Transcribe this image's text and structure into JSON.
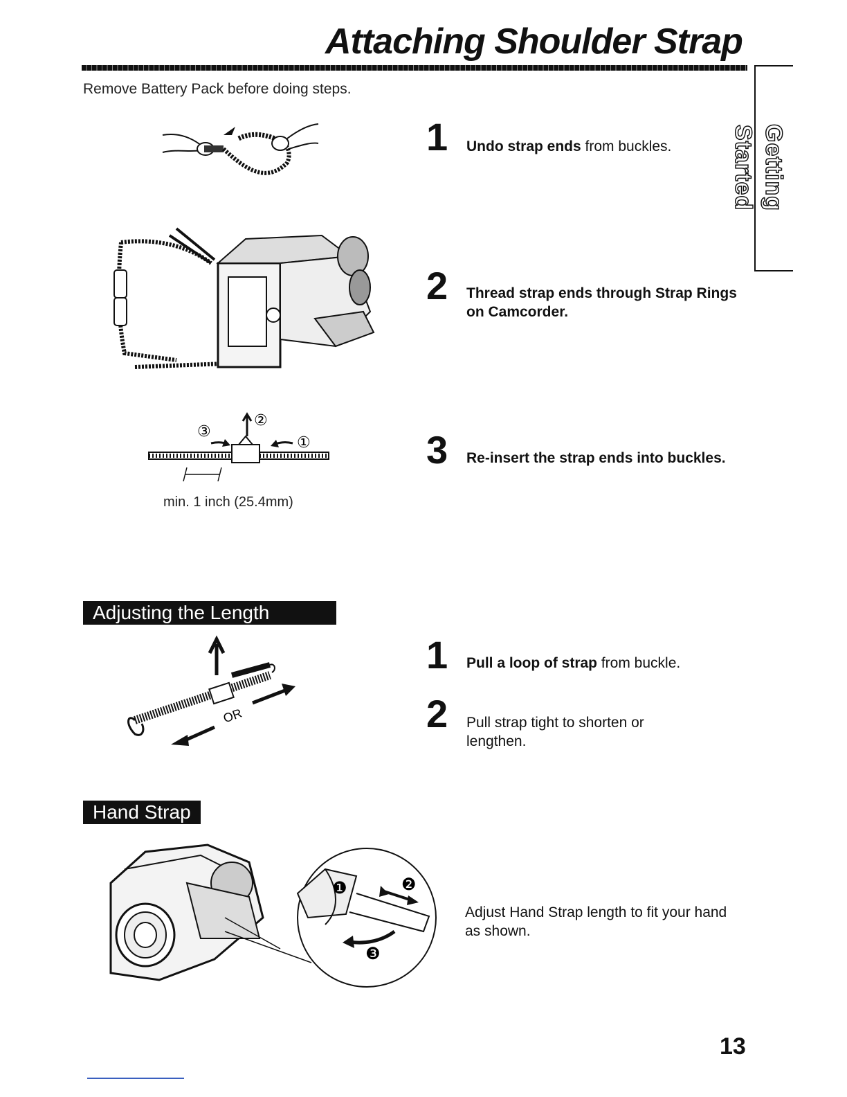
{
  "header": {
    "title": "Attaching Shoulder Strap",
    "subtitle": "Remove Battery Pack before doing steps.",
    "side_tab": "Getting Started"
  },
  "shoulder_strap": {
    "steps": [
      {
        "number": "1",
        "bold": "Undo strap ends",
        "text": " from buckles."
      },
      {
        "number": "2",
        "bold": "Thread strap ends through Strap Rings on Camcorder.",
        "text": ""
      },
      {
        "number": "3",
        "bold": "Re-insert the strap ends into buckles.",
        "text": ""
      }
    ],
    "buckle_caption": "min. 1 inch (25.4mm)",
    "buckle_labels": [
      "③",
      "②",
      "①"
    ]
  },
  "adjusting": {
    "header": "Adjusting the Length",
    "steps": [
      {
        "number": "1",
        "bold": "Pull a loop of strap",
        "text": " from buckle."
      },
      {
        "number": "2",
        "bold": "",
        "text": "Pull strap tight to shorten or lengthen."
      }
    ],
    "or_label": "OR"
  },
  "hand_strap": {
    "header": "Hand Strap",
    "text": "Adjust Hand Strap length to fit your hand as shown.",
    "callouts": [
      "❶",
      "❷",
      "❸"
    ]
  },
  "footer": {
    "page_number": "13"
  }
}
